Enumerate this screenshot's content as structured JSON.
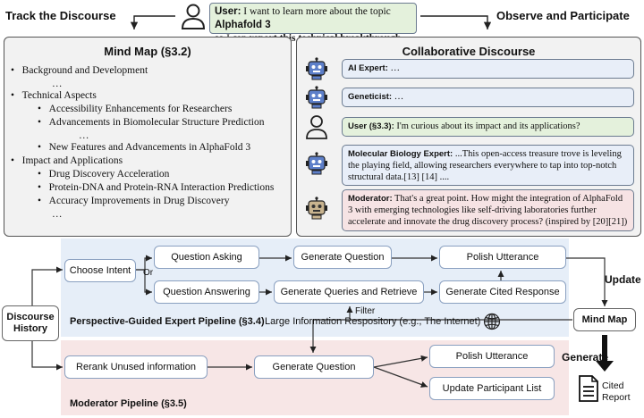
{
  "top": {
    "left_heading": "Track the Discourse",
    "right_heading": "Observe and Participate",
    "user_speaker": "User:",
    "user_text_1": " I want to learn more about the topic ",
    "user_topic": "Alphafold 3",
    "user_text_2": "so I can ",
    "user_text_bold": "report this technical breakthrough",
    "user_text_end": "."
  },
  "mind_map": {
    "title": "Mind Map (§3.2)",
    "lines": [
      "Background and Development",
      "…",
      "Technical Aspects",
      "Accessibility Enhancements for Researchers",
      "Advancements in Biomolecular Structure Prediction",
      "…",
      "New Features and Advancements in AlphaFold 3",
      "Impact and Applications",
      "Drug Discovery Acceleration",
      "Protein-DNA and Protein-RNA Interaction Predictions",
      "Accuracy Improvements in Drug Discovery",
      "…"
    ]
  },
  "discourse": {
    "title": "Collaborative Discourse",
    "messages": [
      {
        "speaker": "AI Expert:",
        "text": " …"
      },
      {
        "speaker": "Geneticist:",
        "text": " …"
      },
      {
        "speaker": "User (§3.3):",
        "text": " I'm curious about its impact and its applications?"
      },
      {
        "speaker": "Molecular Biology Expert:",
        "text": " ...This open-access treasure trove is leveling the playing field, allowing researchers everywhere to tap into top-notch structural data.[13] [14] ...."
      },
      {
        "speaker": "Moderator:",
        "text": " That's a great point. How might the integration of AlphaFold 3 with emerging technologies like self-driving laboratories further accelerate and innovate the drug discovery process? (inspired by [20][21])"
      }
    ]
  },
  "pipeline": {
    "discourse_history": "Discourse History",
    "choose_intent": "Choose Intent",
    "or": "Or",
    "question_asking": "Question Asking",
    "question_answering": "Question Answering",
    "generate_question": "Generate Question",
    "generate_queries": "Generate Queries and Retrieve",
    "polish_utterance": "Polish Utterance",
    "generate_cited": "Generate Cited Response",
    "expert_label": "Perspective-Guided Expert Pipeline (§3.4)",
    "filter": "Filter",
    "repository": "Large Information Respository (e.g., The Internet)",
    "update": "Update",
    "mind_map": "Mind Map",
    "generate": "Generate",
    "rerank": "Rerank Unused information",
    "mod_generate_question": "Generate Question",
    "mod_polish": "Polish Utterance",
    "update_participants": "Update Participant List",
    "moderator_label": "Moderator Pipeline (§3.5)",
    "cited_report": "Cited Report"
  },
  "colors": {
    "expert_band": "#e6eef8",
    "moderator_band": "#f7e6e6",
    "node_border": "#8aa0c0",
    "bot_face": "#5d7fc9",
    "moderator_bot_face": "#c9b48f"
  }
}
